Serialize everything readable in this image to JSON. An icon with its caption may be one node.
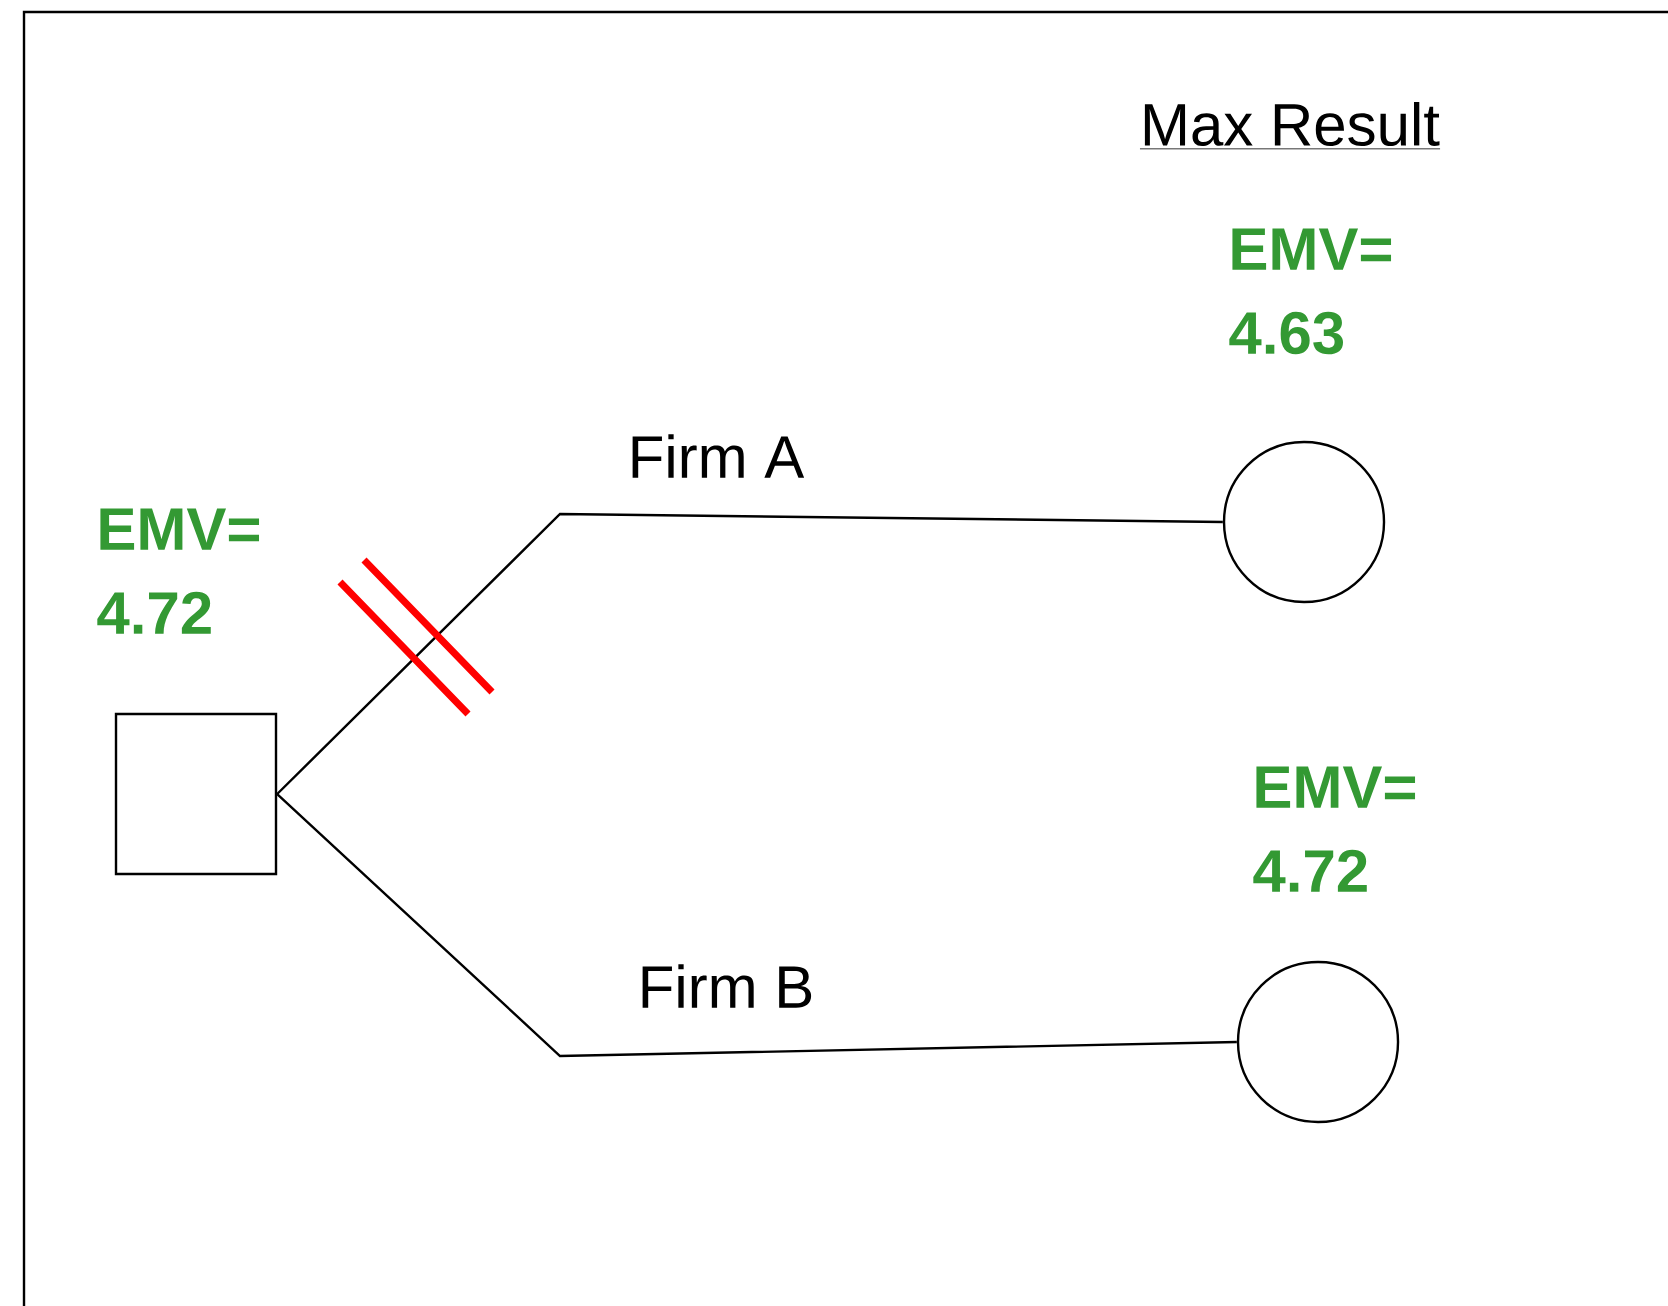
{
  "diagram": {
    "nodes": [
      {
        "text": [],
        "shape": "box",
        "beside": [
          "EMV= 4.72"
        ]
      },
      {
        "text": [],
        "shape": "circle",
        "beside": [
          "EMV= 4.63"
        ]
      },
      {
        "text": [],
        "shape": "circle",
        "beside": [
          "EMV= 4.72"
        ]
      }
    ],
    "edges": [
      {
        "from": 0,
        "to": 1,
        "arrow": "none",
        "label": "Firm A"
      },
      {
        "from": 0,
        "to": 2,
        "arrow": "none",
        "label": "Firm B"
      }
    ],
    "labels": [
      "Max Result"
    ]
  }
}
